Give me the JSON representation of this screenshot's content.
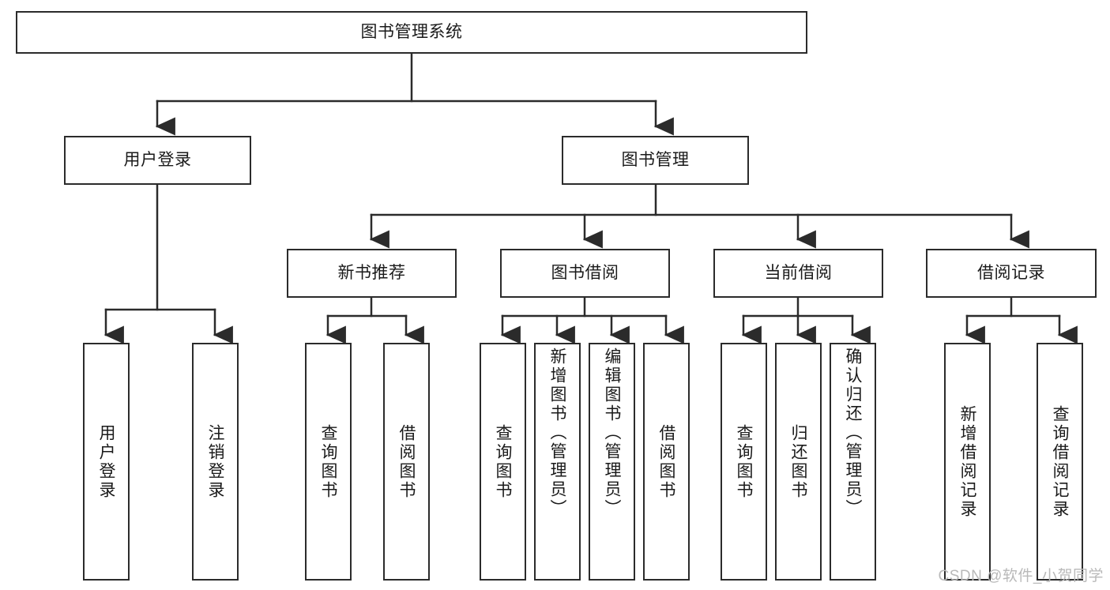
{
  "diagram": {
    "type": "tree",
    "title": "图书管理系统",
    "orientation": "top-down",
    "colors": {
      "box_stroke": "#2b2b2b",
      "box_fill": "#ffffff",
      "edge": "#2b2b2b",
      "text": "#1a1a1a",
      "watermark": "#b9b9b9"
    }
  },
  "nodes": {
    "root": {
      "label": "图书管理系统",
      "level": 1
    },
    "l2": [
      {
        "id": "user-login",
        "label": "用户登录",
        "level": 2
      },
      {
        "id": "book-manage",
        "label": "图书管理",
        "level": 2
      }
    ],
    "l3": [
      {
        "id": "new-book-rec",
        "label": "新书推荐",
        "level": 3,
        "parent": "book-manage"
      },
      {
        "id": "book-borrow",
        "label": "图书借阅",
        "level": 3,
        "parent": "book-manage"
      },
      {
        "id": "current-borrow",
        "label": "当前借阅",
        "level": 3,
        "parent": "book-manage"
      },
      {
        "id": "borrow-record",
        "label": "借阅记录",
        "level": 3,
        "parent": "book-manage"
      }
    ],
    "leaves": [
      {
        "id": "leaf-user-login",
        "label": "用户登录",
        "parent": "user-login"
      },
      {
        "id": "leaf-user-logout",
        "label": "注销登录",
        "parent": "user-login"
      },
      {
        "id": "leaf-query-book-1",
        "label": "查询图书",
        "parent": "new-book-rec"
      },
      {
        "id": "leaf-borrow-book-1",
        "label": "借阅图书",
        "parent": "new-book-rec"
      },
      {
        "id": "leaf-query-book-2",
        "label": "查询图书",
        "parent": "book-borrow"
      },
      {
        "id": "leaf-add-book",
        "label": "新增图书（管理员）",
        "parent": "book-borrow"
      },
      {
        "id": "leaf-edit-book",
        "label": "编辑图书（管理员）",
        "parent": "book-borrow"
      },
      {
        "id": "leaf-borrow-book-2",
        "label": "借阅图书",
        "parent": "book-borrow"
      },
      {
        "id": "leaf-query-book-3",
        "label": "查询图书",
        "parent": "current-borrow"
      },
      {
        "id": "leaf-return-book",
        "label": "归还图书",
        "parent": "current-borrow"
      },
      {
        "id": "leaf-confirm-return",
        "label": "确认归还（管理员）",
        "parent": "current-borrow"
      },
      {
        "id": "leaf-add-record",
        "label": "新增借阅记录",
        "parent": "borrow-record"
      },
      {
        "id": "leaf-query-record",
        "label": "查询借阅记录",
        "parent": "borrow-record"
      }
    ]
  },
  "watermark": {
    "text": "CSDN @软件_小贺同学"
  }
}
